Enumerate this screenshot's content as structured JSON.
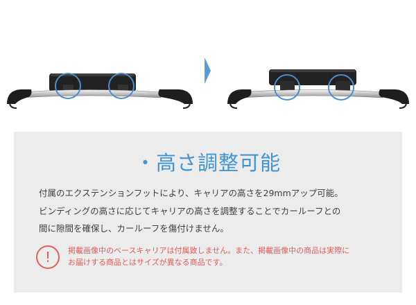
{
  "title": "・高さ調整可能",
  "description": [
    "付属のエクステンションフットにより、キャリアの高さを29mmアップ可能。",
    "ビンディングの高さに応じてキャリアの高さを調整することでカールーフとの",
    "間に隙間を確保し、カールーフを傷付けません。"
  ],
  "notice": {
    "icon": "exclamation-icon",
    "icon_glyph": "!",
    "lines": [
      "掲載画像中のベースキャリアは付属致しません。また、掲載画像中の商品は実際に",
      "お届けする商品とはサイズが異なる商品です。"
    ]
  },
  "colors": {
    "accent_blue": "#3f95d4",
    "highlight_circle": "#4a8ed0",
    "arrow": "#5b9bd5",
    "warning_red": "#e15d57",
    "panel_background": "#ececec",
    "body_text": "#3e3e3e"
  }
}
